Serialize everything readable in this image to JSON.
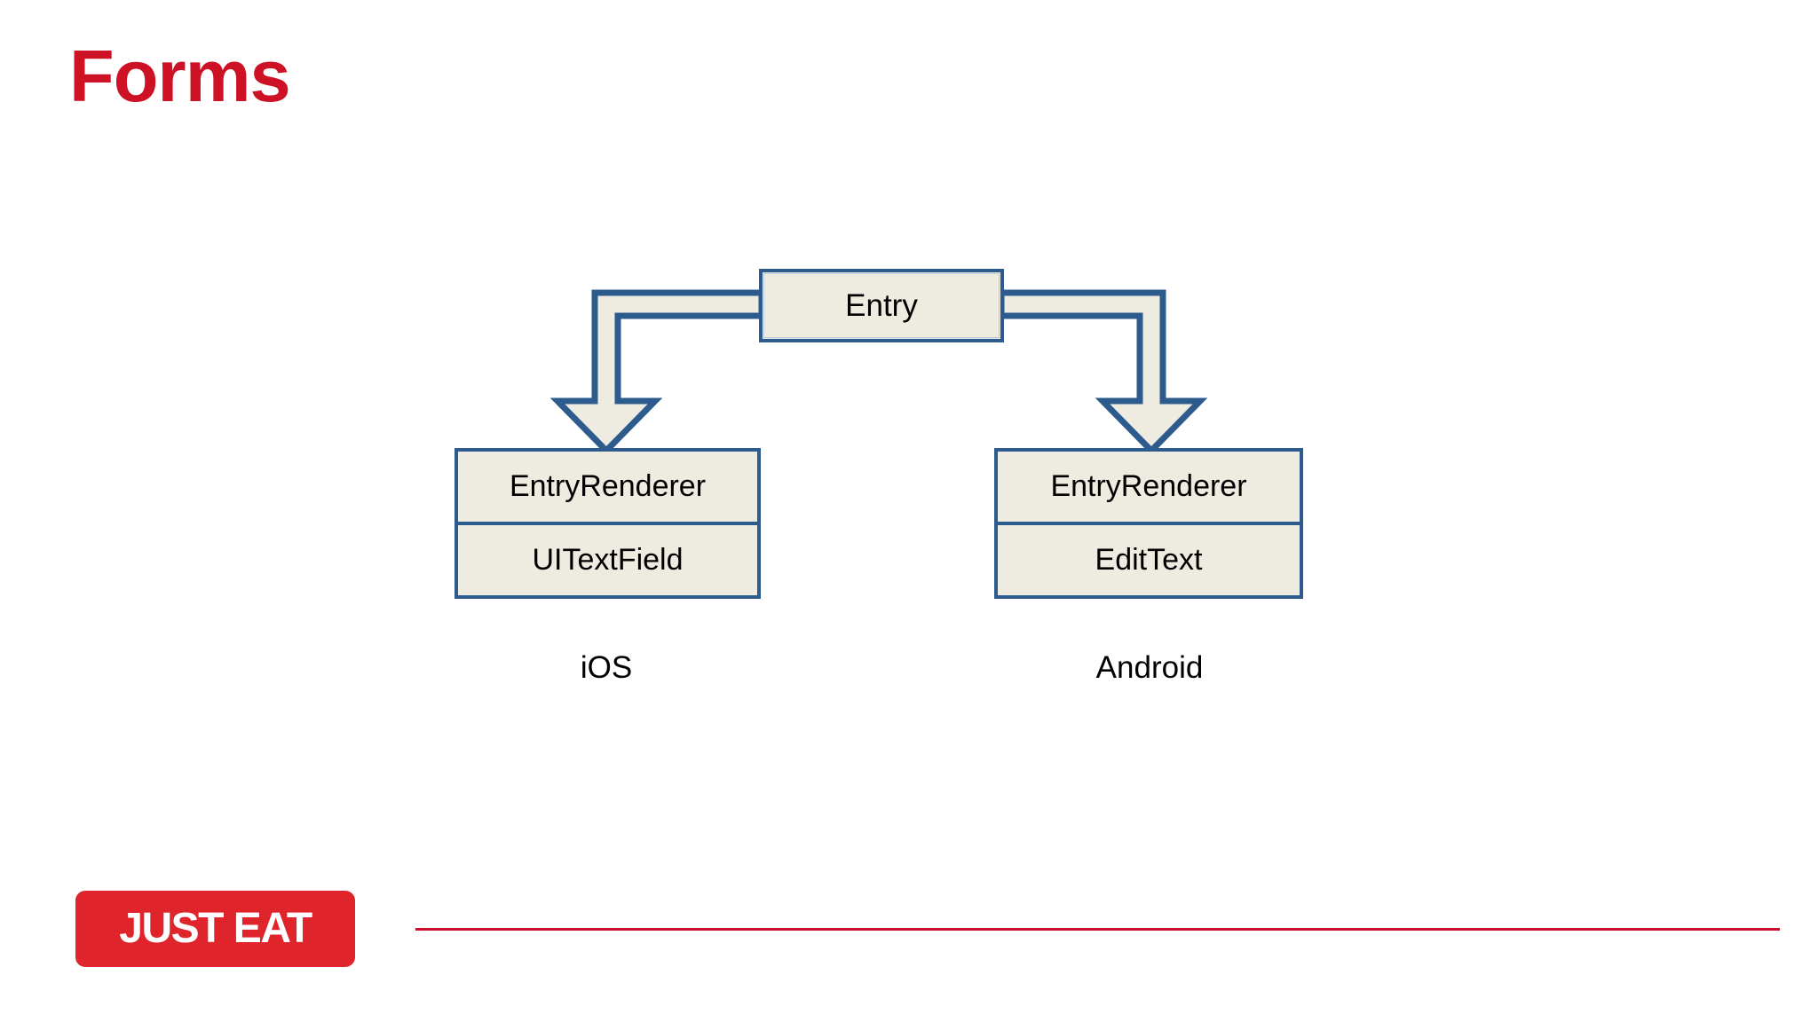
{
  "slide": {
    "title": "Forms",
    "title_color": "#CE1226",
    "background": "#ffffff"
  },
  "diagram": {
    "type": "flow-hierarchy",
    "node_fill": "#EEEBE1",
    "node_border": "#2E5B8E",
    "root": {
      "label": "Entry"
    },
    "branches": [
      {
        "platform_label": "iOS",
        "cells": [
          {
            "label": "EntryRenderer"
          },
          {
            "label": "UITextField"
          }
        ]
      },
      {
        "platform_label": "Android",
        "cells": [
          {
            "label": "EntryRenderer"
          },
          {
            "label": "EditText"
          }
        ]
      }
    ],
    "connectors": [
      {
        "from": "Entry",
        "to": "iOS EntryRenderer",
        "style": "block-arrow-down"
      },
      {
        "from": "Entry",
        "to": "Android EntryRenderer",
        "style": "block-arrow-down"
      }
    ]
  },
  "footer": {
    "logo_text": "JUST EAT",
    "logo_background": "#E0242B",
    "logo_text_color": "#ffffff",
    "rule_color": "#C8102E"
  }
}
